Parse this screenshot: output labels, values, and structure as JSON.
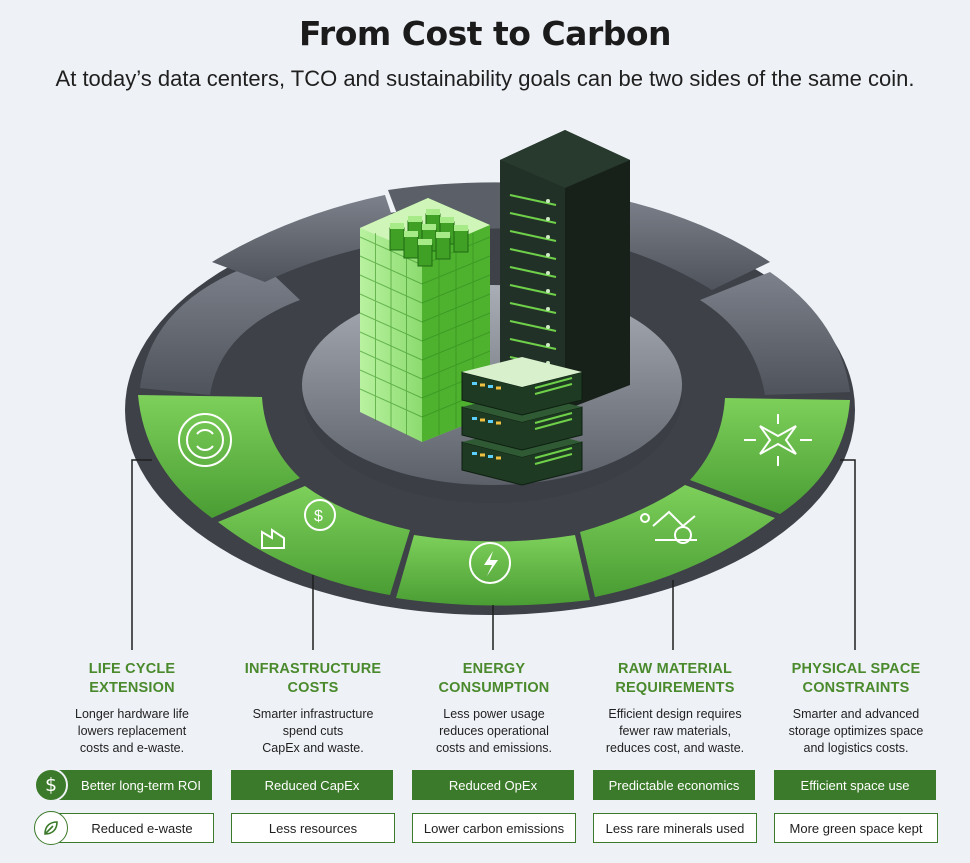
{
  "header": {
    "title": "From Cost to Carbon",
    "subtitle": "At today’s data centers, TCO and sustainability goals can be two sides of the same coin."
  },
  "columns": [
    {
      "heading_1": "LIFE CYCLE",
      "heading_2": "EXTENSION",
      "desc_1": "Longer hardware life",
      "desc_2": "lowers replacement",
      "desc_3": "costs and e-waste.",
      "primary": "Better long-term ROI",
      "secondary": "Reduced e-waste",
      "icon": "gear-cycle-icon"
    },
    {
      "heading_1": "INFRASTRUCTURE",
      "heading_2": "COSTS",
      "desc_1": "Smarter infrastructure",
      "desc_2": "spend cuts",
      "desc_3": "CapEx and waste.",
      "primary": "Reduced CapEx",
      "secondary": "Less resources",
      "icon": "dollar-factory-icon"
    },
    {
      "heading_1": "ENERGY",
      "heading_2": "CONSUMPTION",
      "desc_1": "Less power usage",
      "desc_2": "reduces operational",
      "desc_3": "costs and emissions.",
      "primary": "Reduced OpEx",
      "secondary": "Lower carbon emissions",
      "icon": "lightning-cycle-icon"
    },
    {
      "heading_1": "RAW MATERIAL",
      "heading_2": "REQUIREMENTS",
      "desc_1": "Efficient design requires",
      "desc_2": "fewer raw materials,",
      "desc_3": "reduces cost, and waste.",
      "primary": "Predictable economics",
      "secondary": "Less rare minerals used",
      "icon": "robot-arm-icon"
    },
    {
      "heading_1": "PHYSICAL SPACE",
      "heading_2": "CONSTRAINTS",
      "desc_1": "Smarter and advanced",
      "desc_2": "storage optimizes space",
      "desc_3": "and logistics costs.",
      "primary": "Efficient space use",
      "secondary": "More green space kept",
      "icon": "compress-icon"
    }
  ],
  "badges": {
    "dollar_icon": "dollar-sign-icon",
    "leaf_icon": "leaf-icon",
    "dollar_glyph": "$"
  },
  "colors": {
    "green_dark": "#3b7a2a",
    "green_heading": "#4a8a2c",
    "green_segment": "#5fb441",
    "gray_segment": "#686d77",
    "server_dark": "#1f2a24"
  }
}
